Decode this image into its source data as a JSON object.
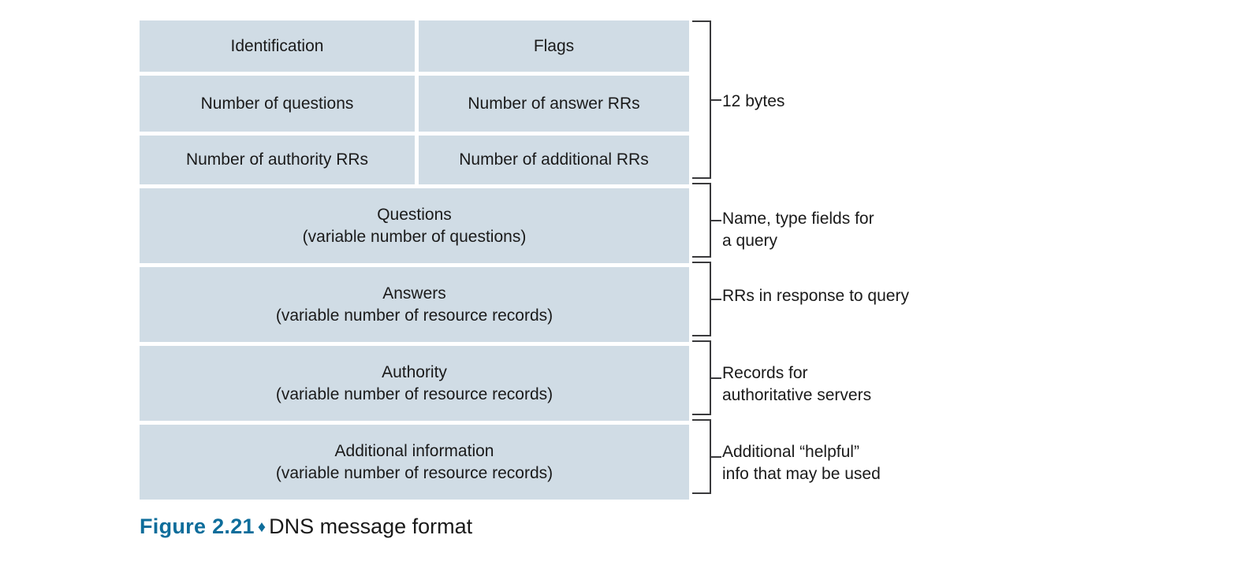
{
  "figure": {
    "caption_label": "Figure 2.21",
    "caption_separator": "♦",
    "caption_title": "DNS message format",
    "accent_color": "#0e6d9b",
    "box_fill_color": "#d0dce5",
    "text_color": "#1a1a1a",
    "bracket_color": "#3a3a3c",
    "background_color": "#ffffff"
  },
  "message": {
    "header_rows": [
      {
        "left": "Identification",
        "right": "Flags"
      },
      {
        "left": "Number of questions",
        "right": "Number of answer RRs"
      },
      {
        "left": "Number of authority RRs",
        "right": "Number of additional RRs"
      }
    ],
    "section_rows": [
      {
        "title": "Questions",
        "subtitle": "(variable number of questions)"
      },
      {
        "title": "Answers",
        "subtitle": "(variable number of resource records)"
      },
      {
        "title": "Authority",
        "subtitle": "(variable number of resource records)"
      },
      {
        "title": "Additional information",
        "subtitle": "(variable number of resource records)"
      }
    ]
  },
  "annotations": [
    {
      "text": "12 bytes"
    },
    {
      "text": "Name, type fields for\na query"
    },
    {
      "text": "RRs in response to query"
    },
    {
      "text": "Records for\nauthoritative servers"
    },
    {
      "text": "Additional “helpful”\n info that may be used"
    }
  ]
}
